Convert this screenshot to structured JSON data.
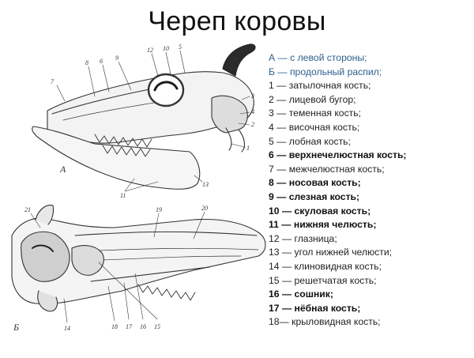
{
  "title": "Череп коровы",
  "legend": [
    {
      "text": "А — с левой стороны;",
      "style": "view"
    },
    {
      "text": "Б — продольный распил;",
      "style": "view"
    },
    {
      "text": "1 — затылочная кость;",
      "style": "normal"
    },
    {
      "text": "2 — лицевой бугор;",
      "style": "normal"
    },
    {
      "text": "3 — теменная кость;",
      "style": "normal"
    },
    {
      "text": "4 — височная кость;",
      "style": "normal"
    },
    {
      "text": "5 — лобная кость;",
      "style": "normal"
    },
    {
      "text": "6 — верхнечелюстная кость;",
      "style": "bold"
    },
    {
      "text": "7 — межчелюстная кость;",
      "style": "normal"
    },
    {
      "text": "8 — носовая кость;",
      "style": "bold"
    },
    {
      "text": "9 — слезная кость;",
      "style": "bold"
    },
    {
      "text": "10 — скуловая кость;",
      "style": "bold"
    },
    {
      "text": "11 — нижняя челюсть;",
      "style": "bold"
    },
    {
      "text": "12 — глазница;",
      "style": "normal"
    },
    {
      "text": "13 — угол нижней челюсти;",
      "style": "normal"
    },
    {
      "text": "14 — клиновидная кость;",
      "style": "normal"
    },
    {
      "text": "15 — решетчатая кость;",
      "style": "normal"
    },
    {
      "text": "16 — сошник;",
      "style": "bold"
    },
    {
      "text": "17 — нёбная кость;",
      "style": "bold"
    },
    {
      "text": "18— крыловидная кость;",
      "style": "normal"
    }
  ],
  "figure_a": {
    "letter": "А",
    "labels": [
      "7",
      "8",
      "6",
      "9",
      "12",
      "10",
      "5",
      "3",
      "4",
      "2",
      "1",
      "11",
      "13"
    ]
  },
  "figure_b": {
    "letter": "Б",
    "labels": [
      "21",
      "19",
      "20",
      "14",
      "18",
      "17",
      "16",
      "15"
    ]
  },
  "colors": {
    "view_text": "#2d5f8e",
    "text": "#222222",
    "ink": "#333333"
  }
}
